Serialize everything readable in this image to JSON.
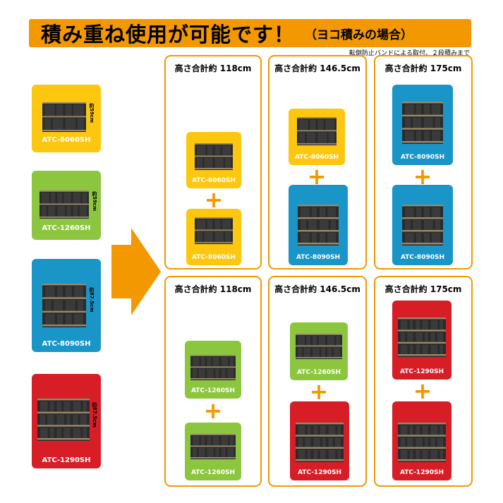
{
  "banner": {
    "title": "積み重ね使用が可能です！",
    "subtitle": "（ヨコ積みの場合）"
  },
  "note": "転倒防止バンドによる取付、２段積みまで",
  "colors": {
    "yellow": "#fdc70f",
    "green": "#8cc63f",
    "blue": "#1a95c8",
    "red": "#d71e27",
    "orange": "#f39800"
  },
  "models": {
    "a": {
      "name": "ATC-8060SH",
      "dim": "約59cm"
    },
    "b": {
      "name": "ATC-1260SH",
      "dim": "約59cm"
    },
    "c": {
      "name": "ATC-8090SH",
      "dim": "約87.5cm"
    },
    "d": {
      "name": "ATC-1290SH",
      "dim": "約87.5cm"
    }
  },
  "panels": {
    "p1": {
      "title": "高さ合計約 118cm"
    },
    "p2": {
      "title": "高さ合計約 146.5cm"
    },
    "p3": {
      "title": "高さ合計約 175cm"
    },
    "p4": {
      "title": "高さ合計約 118cm"
    },
    "p5": {
      "title": "高さ合計約 146.5cm"
    },
    "p6": {
      "title": "高さ合計約 175cm"
    }
  },
  "plus_sign": "+"
}
